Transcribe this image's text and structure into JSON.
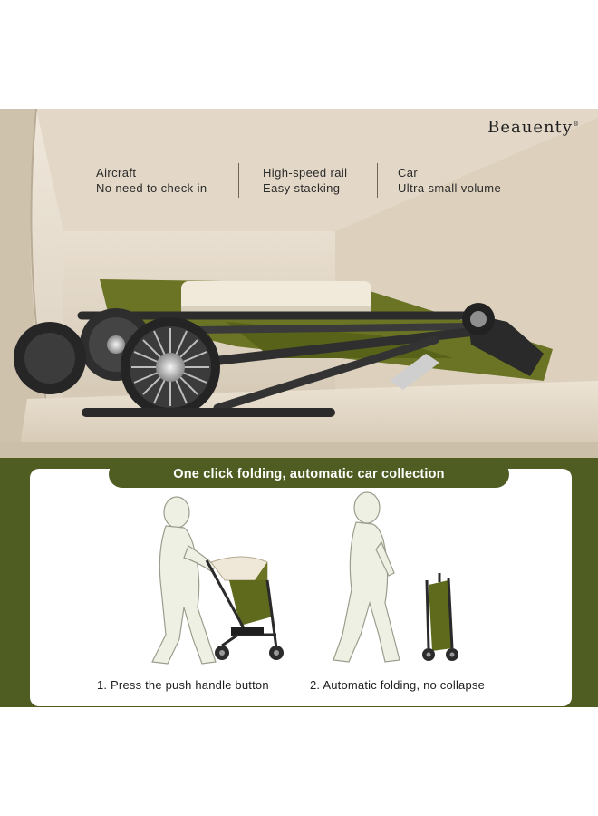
{
  "brand": {
    "name": "Beauenty",
    "mark": "®"
  },
  "features": [
    {
      "title": "Aircraft",
      "subtitle": "No need to check in"
    },
    {
      "title": "High-speed rail",
      "subtitle": "Easy stacking"
    },
    {
      "title": "Car",
      "subtitle": "Ultra small volume"
    }
  ],
  "section": {
    "heading": "One click folding, automatic car collection",
    "steps": [
      {
        "caption": "1. Press the push handle button"
      },
      {
        "caption": "2. Automatic folding, no collapse"
      }
    ]
  },
  "colors": {
    "accent_green": "#4f5d22",
    "cabin_beige": "#e6dccd",
    "fabric_olive": "#6b7424"
  }
}
